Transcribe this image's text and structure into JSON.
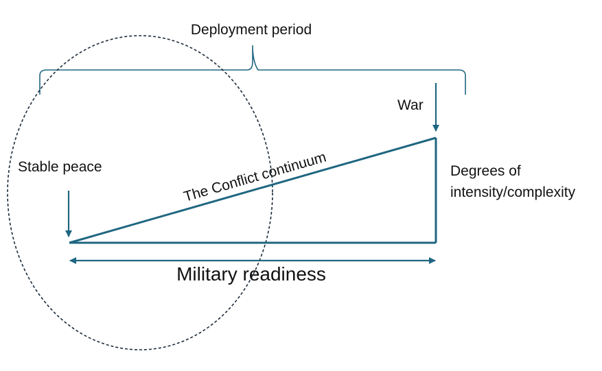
{
  "labels": {
    "deployment_period": "Deployment period",
    "war": "War",
    "stable_peace": "Stable peace",
    "conflict_continuum": "The Conflict continuum",
    "degrees_line1": "Degrees of",
    "degrees_line2": "intensity/complexity",
    "military_readiness": "Military readiness"
  },
  "colors": {
    "line": "#1f6680",
    "ellipse": "#1b2a3a",
    "text": "#111111"
  }
}
